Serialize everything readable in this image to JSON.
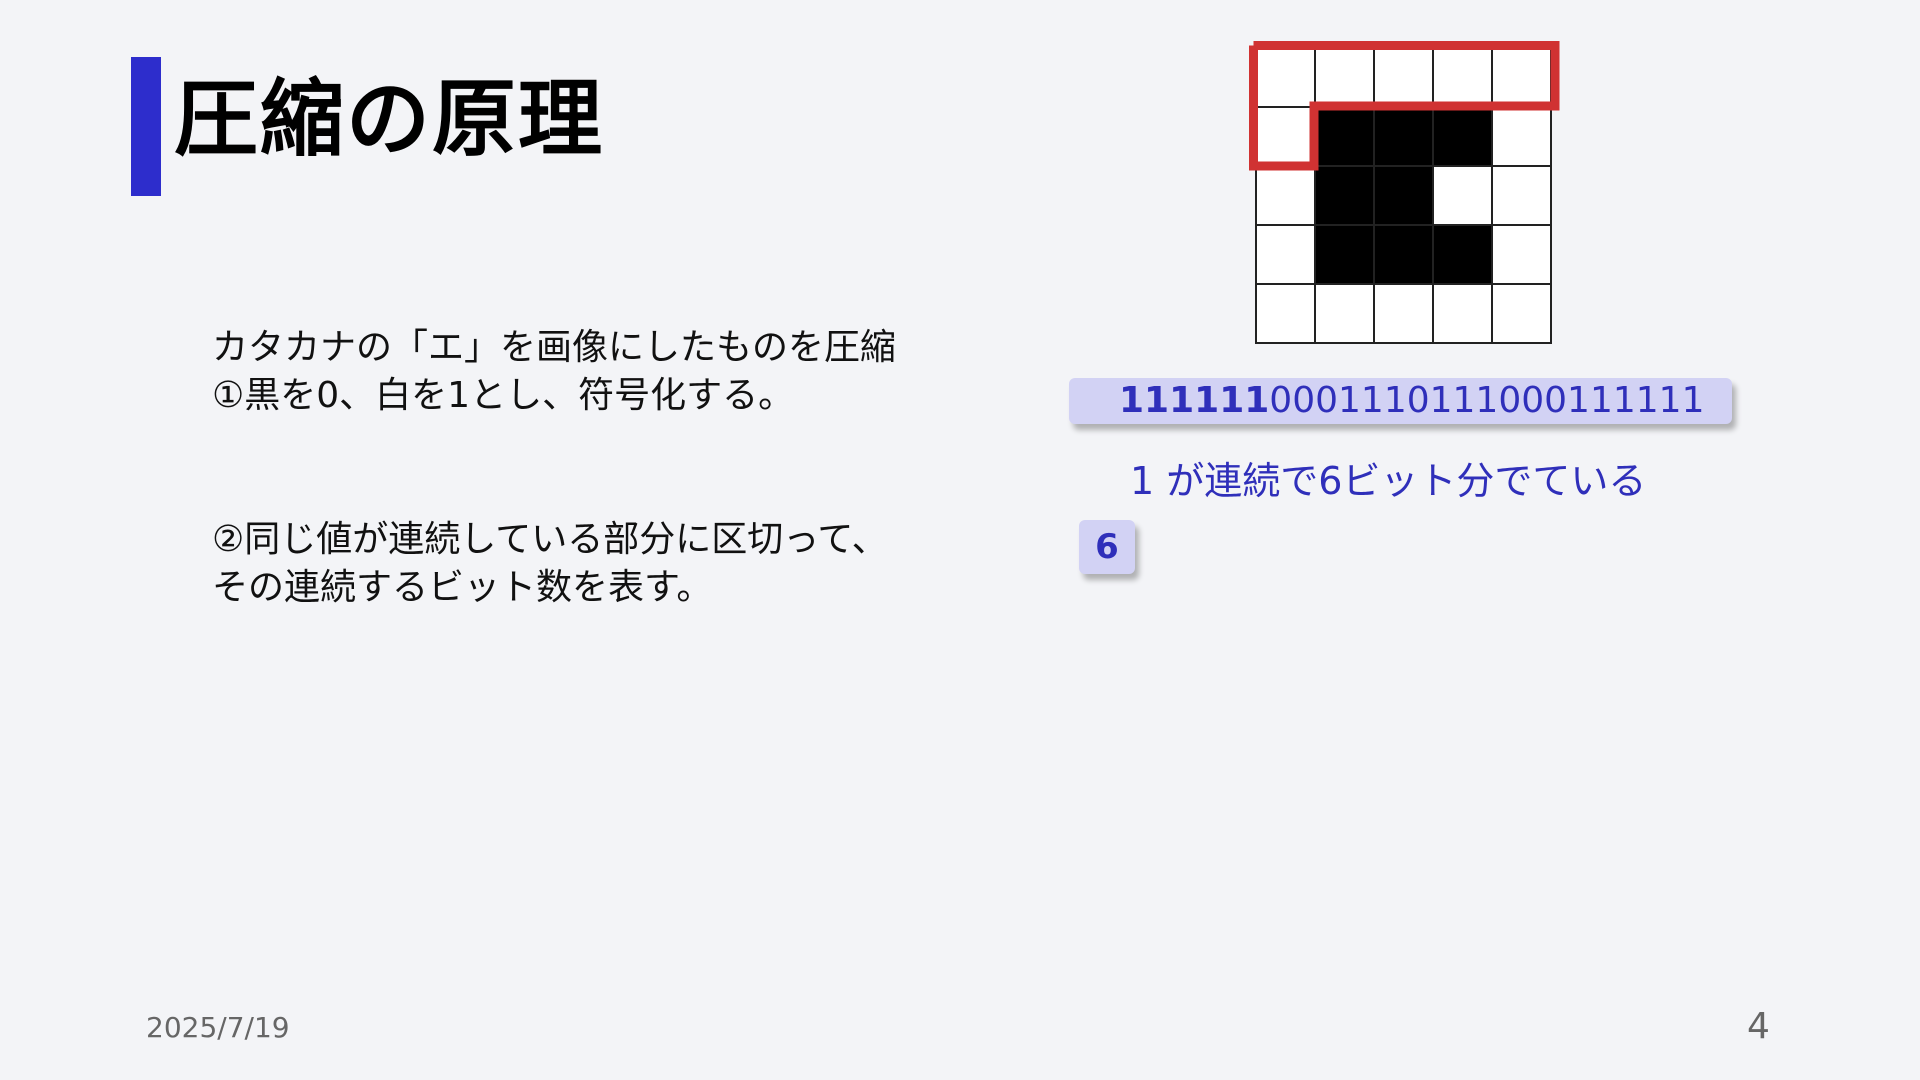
{
  "slide": {
    "title": "圧縮の原理",
    "body": {
      "line1": "カタカナの「エ」を画像にしたものを圧縮",
      "line2": "①黒を0、白を1とし、符号化する。",
      "line3": "②同じ値が連続している部分に区切って、",
      "line4": "その連続するビット数を表す。"
    },
    "pixel_grid": {
      "rows": [
        [
          1,
          1,
          1,
          1,
          1
        ],
        [
          1,
          0,
          0,
          0,
          1
        ],
        [
          1,
          0,
          0,
          1,
          1
        ],
        [
          1,
          0,
          0,
          0,
          1
        ],
        [
          1,
          1,
          1,
          1,
          1
        ]
      ],
      "colors": {
        "black": "#000000",
        "white": "#ffffff",
        "highlight": "#d03232"
      }
    },
    "bits": {
      "highlighted": "111111",
      "rest": "0001110111000111111"
    },
    "annotation": "1 が連続で6ビット分でている",
    "count": "6",
    "footer": {
      "date": "2025/7/19",
      "page": "4"
    },
    "colors": {
      "accent": "#2d2dcc",
      "bit_text": "#2f2fba",
      "bit_bg": "#d2d2f4"
    }
  }
}
